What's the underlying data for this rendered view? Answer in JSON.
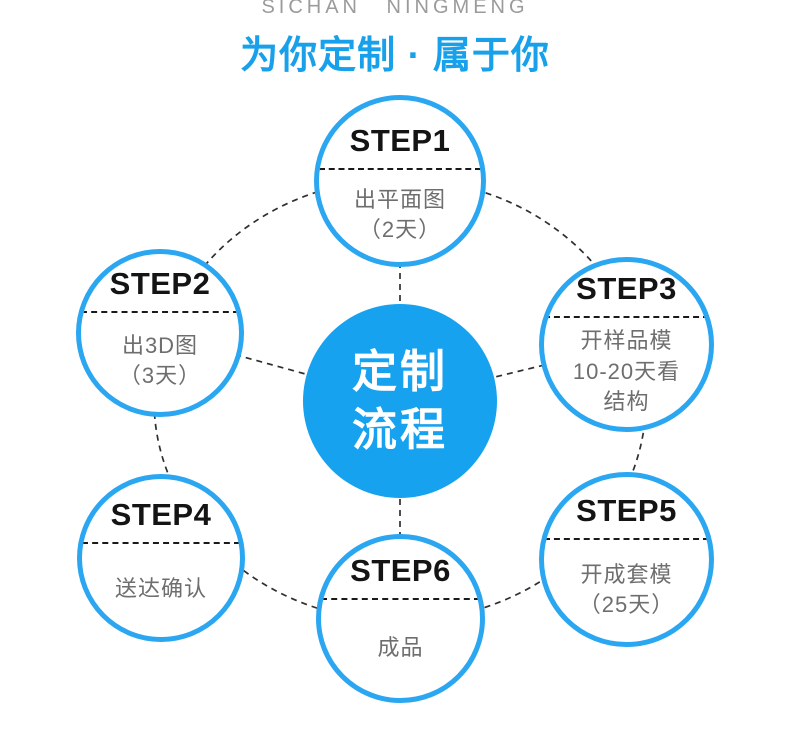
{
  "header": {
    "brand": "SICHAN NINGMENG",
    "title": "为你定制 · 属于你"
  },
  "center": {
    "line1": "定制",
    "line2": "流程"
  },
  "steps": [
    {
      "label": "STEP1",
      "desc": [
        "出平面图",
        "（2天）"
      ]
    },
    {
      "label": "STEP2",
      "desc": [
        "出3D图",
        "（3天）"
      ]
    },
    {
      "label": "STEP3",
      "desc": [
        "开样品模",
        "10-20天看",
        "结构"
      ]
    },
    {
      "label": "STEP4",
      "desc": [
        "送达确认"
      ]
    },
    {
      "label": "STEP5",
      "desc": [
        "开成套模",
        "（25天）"
      ]
    },
    {
      "label": "STEP6",
      "desc": [
        "成品"
      ]
    }
  ],
  "colors": {
    "accent_blue": "#18a1ea",
    "circle_border_blue": "#2ba6f1",
    "center_fill_blue": "#16a2ef",
    "step_label_black": "#141414",
    "desc_gray": "#6e6e6e",
    "brand_gray": "#9b9b9b",
    "connector_dark": "#2f2f2f"
  }
}
